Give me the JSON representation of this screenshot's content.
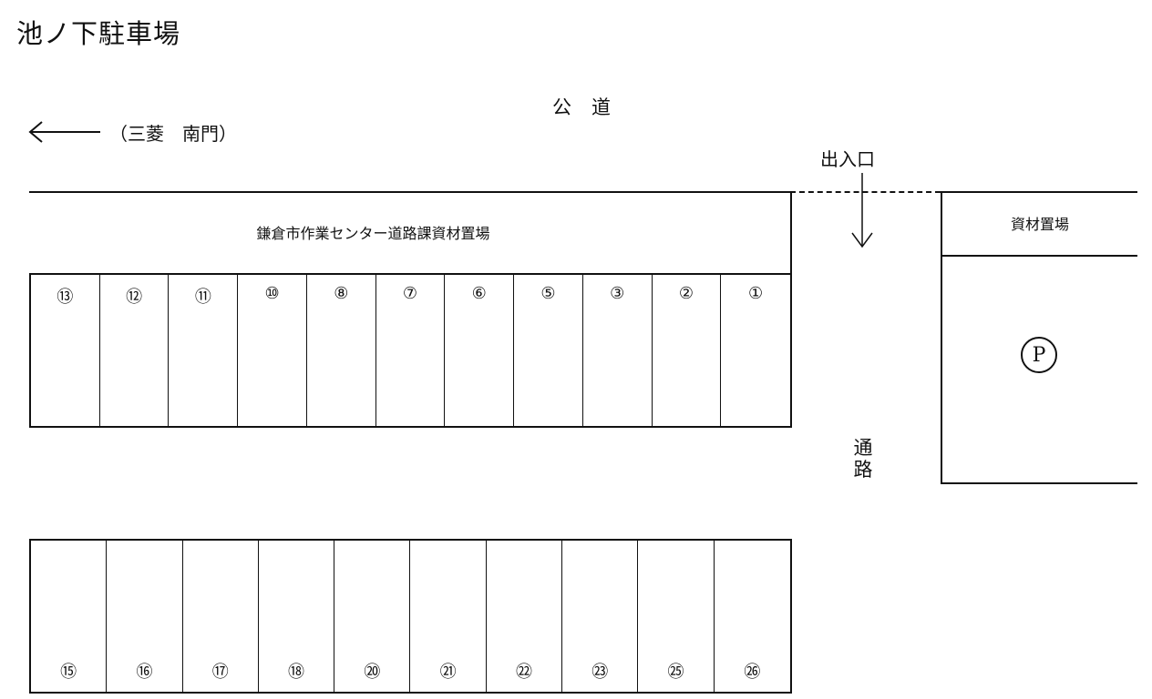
{
  "title": "池ノ下駐車場",
  "road_label": "公道",
  "direction_label": "（三菱　南門）",
  "entrance_label": "出入口",
  "facility_label": "鎌倉市作業センター道路課資材置場",
  "storage_label": "資材置場",
  "passage_label": "通路",
  "parking_symbol": "P",
  "top_row_slots": [
    "⑬",
    "⑫",
    "⑪",
    "⑩",
    "⑧",
    "⑦",
    "⑥",
    "⑤",
    "③",
    "②",
    "①"
  ],
  "bottom_row_slots": [
    "⑮",
    "⑯",
    "⑰",
    "⑱",
    "⑳",
    "㉑",
    "㉒",
    "㉓",
    "㉕",
    "㉖"
  ]
}
